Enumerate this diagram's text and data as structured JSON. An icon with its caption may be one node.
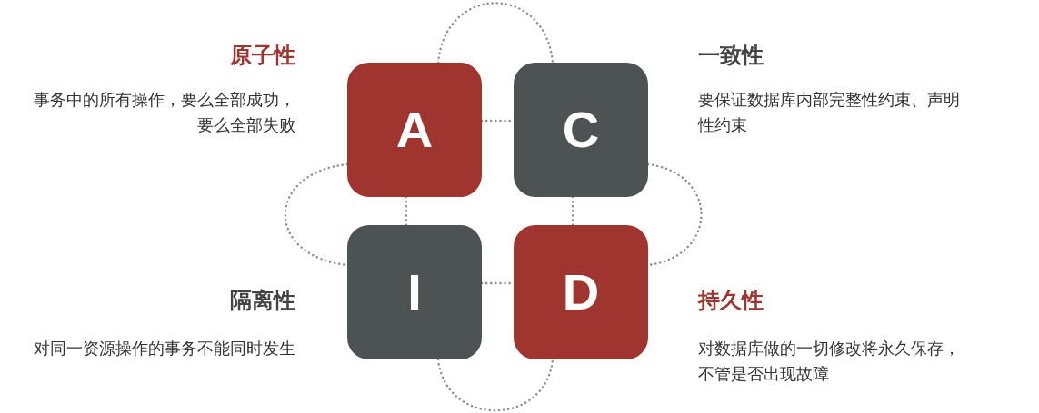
{
  "diagram": {
    "nodes": [
      {
        "text": [
          "A"
        ]
      },
      {
        "text": [
          "C"
        ]
      },
      {
        "text": [
          "I"
        ]
      },
      {
        "text": [
          "D"
        ]
      }
    ],
    "edges": [
      {
        "from": 0,
        "to": 1,
        "arrow": "none"
      },
      {
        "from": 0,
        "to": 2,
        "arrow": "none"
      },
      {
        "from": 1,
        "to": 3,
        "arrow": "none"
      },
      {
        "from": 2,
        "to": 3,
        "arrow": "none"
      },
      {
        "from": 0,
        "to": 1,
        "arrow": "none"
      },
      {
        "from": 0,
        "to": 2,
        "arrow": "none"
      },
      {
        "from": 1,
        "to": 3,
        "arrow": "none"
      },
      {
        "from": 2,
        "to": 3,
        "arrow": "none"
      }
    ],
    "labels": [
      "原子性",
      "事务中的所有操作，要么全部成功，要么全部失败",
      "一致性",
      "要保证数据库内部完整性约束、声明性约束",
      "隔离性",
      "对同一资源操作的事务不能同时发生",
      "持久性",
      "对数据库做的一切修改将永久保存，不管是否出现故障"
    ]
  }
}
